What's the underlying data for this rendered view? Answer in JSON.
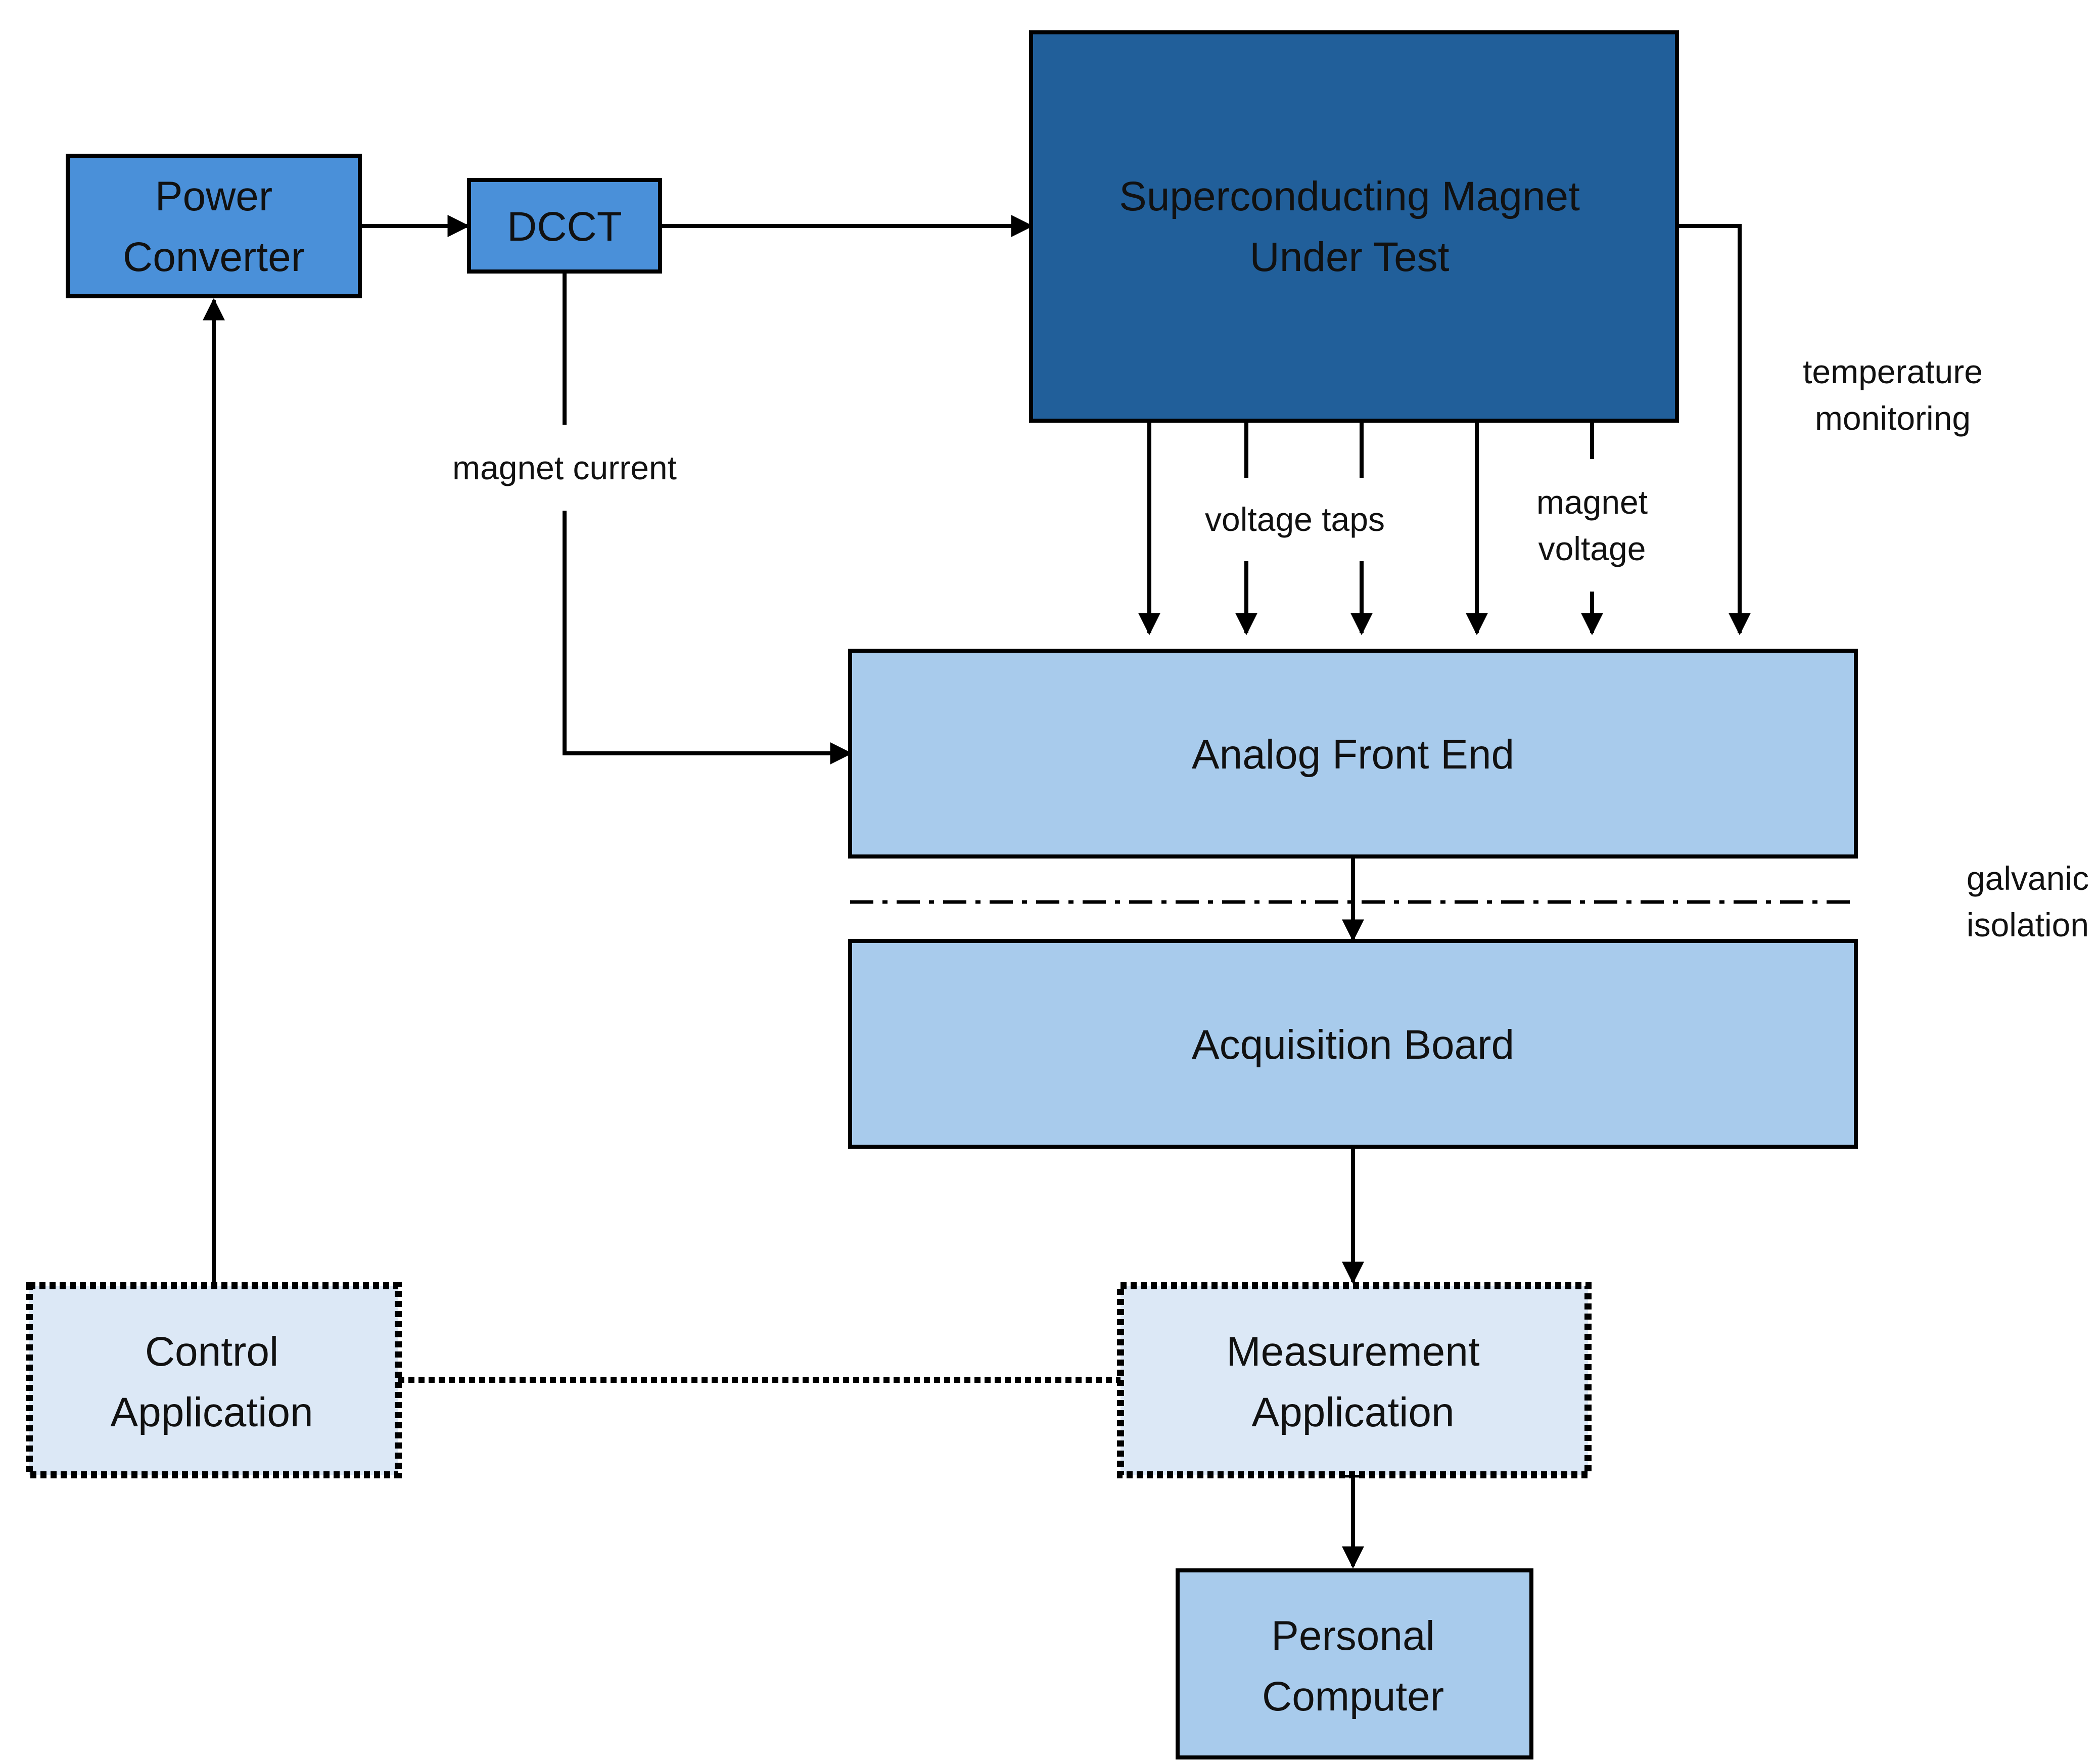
{
  "blocks": {
    "power_converter": {
      "lines": [
        "Power",
        "Converter"
      ]
    },
    "dcct": {
      "lines": [
        "DCCT"
      ]
    },
    "magnet": {
      "lines": [
        "Superconducting Magnet",
        "Under Test"
      ]
    },
    "analog_front_end": {
      "lines": [
        "Analog Front End"
      ]
    },
    "acquisition_board": {
      "lines": [
        "Acquisition Board"
      ]
    },
    "control_application": {
      "lines": [
        "Control",
        "Application"
      ]
    },
    "measurement_application": {
      "lines": [
        "Measurement",
        "Application"
      ]
    },
    "personal_computer": {
      "lines": [
        "Personal",
        "Computer"
      ]
    }
  },
  "labels": {
    "magnet_current": {
      "lines": [
        "magnet  current"
      ]
    },
    "voltage_taps": {
      "lines": [
        "voltage taps"
      ]
    },
    "magnet_voltage": {
      "lines": [
        "magnet",
        "voltage"
      ]
    },
    "temperature_monitoring": {
      "lines": [
        "temperature",
        "monitoring"
      ]
    },
    "galvanic_isolation": {
      "lines": [
        "galvanic",
        "isolation"
      ]
    }
  },
  "colors": {
    "medium_blue": "#4a90d9",
    "dark_blue": "#215f9a",
    "light_blue": "#a8cbec",
    "pale_blue": "#dce8f6",
    "line": "#000000"
  }
}
